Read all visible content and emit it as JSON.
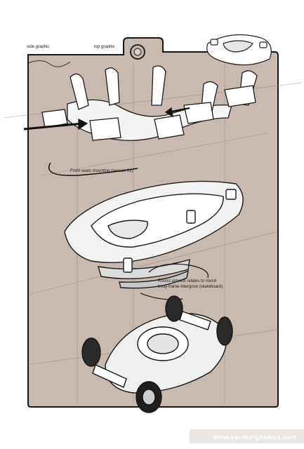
{
  "labels": {
    "side_graphic": "side graphic",
    "top_graphic": "top graphic",
    "front_seats": "Front seats mounting (version 02)",
    "armrest_line1": "Round armrest relates to round",
    "armrest_line2": "body-frame-intergrow (skateboard)"
  },
  "watermark": "www.cardesignnews.com",
  "colors": {
    "board": "#c9b9af",
    "paper": "#ffffff",
    "ink": "#1b1b1b"
  }
}
